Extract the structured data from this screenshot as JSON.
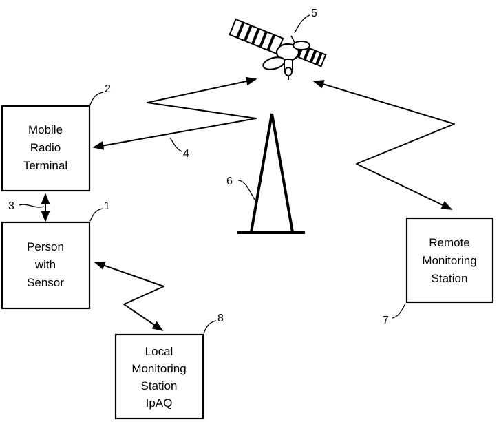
{
  "boxes": {
    "mobile_radio_terminal": {
      "number": "2",
      "lines": [
        "Mobile",
        "Radio",
        "Terminal"
      ]
    },
    "person_with_sensor": {
      "number": "1",
      "lines": [
        "Person",
        "with",
        "Sensor"
      ]
    },
    "local_monitoring_station": {
      "number": "8",
      "lines": [
        "Local",
        "Monitoring",
        "Station",
        "IpAQ"
      ]
    },
    "remote_monitoring_station": {
      "number": "7",
      "lines": [
        "Remote",
        "Monitoring",
        "Station"
      ]
    }
  },
  "reference_numbers": {
    "link_terminal_sensor": "3",
    "link_terminal_tower": "4",
    "satellite": "5",
    "tower": "6"
  }
}
